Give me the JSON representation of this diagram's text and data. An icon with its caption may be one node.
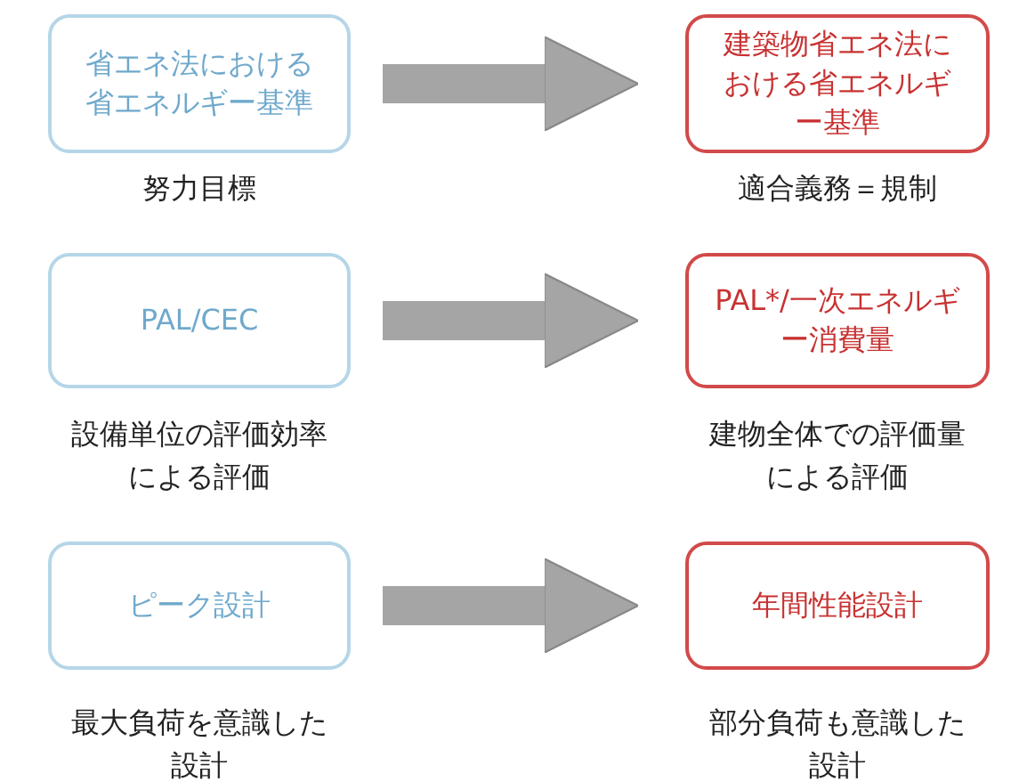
{
  "diagram": {
    "nodes": [
      {
        "text": [
          "省エネ法における省エネルギー基準"
        ],
        "beside": [
          "努力目標"
        ]
      },
      {
        "text": [
          "建築物省エネ法における省エネルギー基準"
        ],
        "beside": [
          "適合義務＝規制"
        ]
      },
      {
        "text": [
          "PAL/CEC"
        ],
        "beside": [
          "設備単位の評価効率による評価"
        ]
      },
      {
        "text": [
          "PAL*/一次エネルギー消費量"
        ],
        "beside": [
          "建物全体での評価量による評価"
        ]
      },
      {
        "text": [
          "ピーク設計"
        ],
        "beside": [
          "最大負荷を意識した設計"
        ]
      },
      {
        "text": [
          "年間性能設計"
        ],
        "beside": [
          "部分負荷も意識した設計"
        ]
      }
    ],
    "edges": [
      {
        "from": 0,
        "to": 1,
        "arrow": "to"
      },
      {
        "from": 2,
        "to": 3,
        "arrow": "to"
      },
      {
        "from": 4,
        "to": 5,
        "arrow": "to"
      }
    ]
  }
}
